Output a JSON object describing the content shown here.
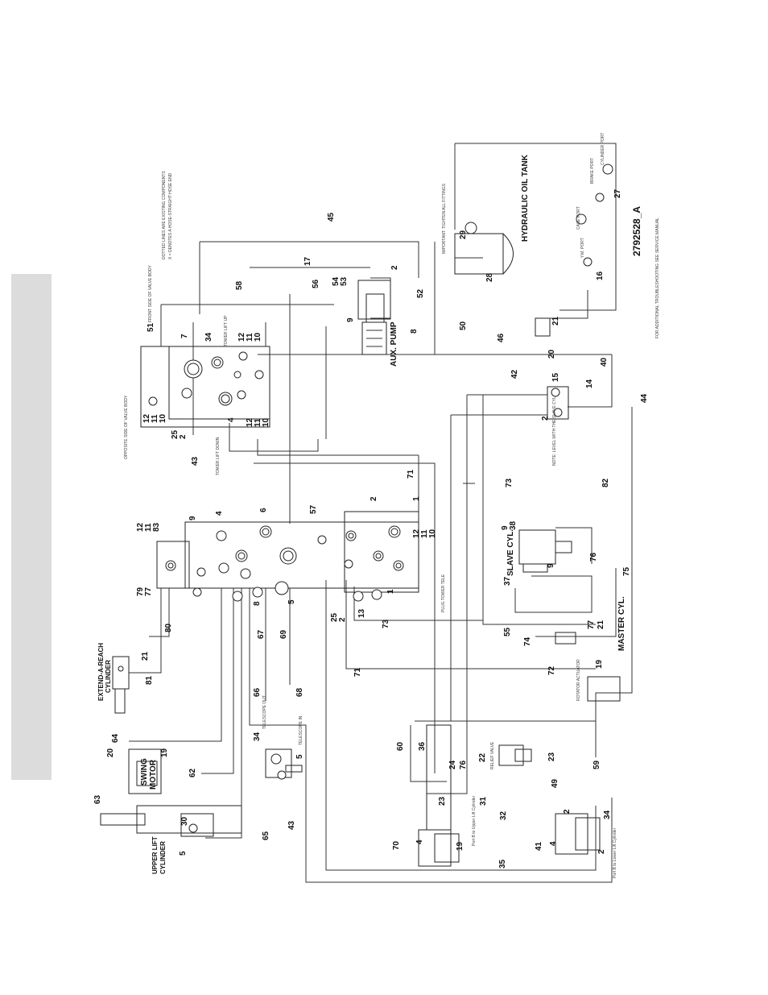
{
  "drawing": {
    "number": "2792528_A",
    "components": {
      "tank": "HYDRAULIC OIL TANK",
      "aux_pump": "AUX. PUMP",
      "slave_cyl": "SLAVE CYL.",
      "master_cyl": "MASTER CYL.",
      "swing_motor_a": "SWING",
      "swing_motor_b": "MOTOR",
      "extend_a": "EXTEND-A-REACH",
      "extend_b": "CYLINDER",
      "upper_lift_a": "UPPER LIFT",
      "upper_lift_b": "CYLINDER"
    },
    "callouts": [
      {
        "text": "7"
      },
      {
        "text": "34"
      },
      {
        "text": "12"
      },
      {
        "text": "11"
      },
      {
        "text": "10"
      },
      {
        "text": "51"
      },
      {
        "text": "58"
      },
      {
        "text": "17"
      },
      {
        "text": "45"
      },
      {
        "text": "56"
      },
      {
        "text": "54"
      },
      {
        "text": "53"
      },
      {
        "text": "2"
      },
      {
        "text": "52"
      },
      {
        "text": "9"
      },
      {
        "text": "8"
      },
      {
        "text": "29"
      },
      {
        "text": "28"
      },
      {
        "text": "16"
      },
      {
        "text": "27"
      },
      {
        "text": "50"
      },
      {
        "text": "46"
      },
      {
        "text": "21"
      },
      {
        "text": "20"
      },
      {
        "text": "40"
      },
      {
        "text": "42"
      },
      {
        "text": "15"
      },
      {
        "text": "14"
      },
      {
        "text": "2"
      },
      {
        "text": "44"
      },
      {
        "text": "25"
      },
      {
        "text": "2"
      },
      {
        "text": "43"
      },
      {
        "text": "4"
      },
      {
        "text": "12"
      },
      {
        "text": "11"
      },
      {
        "text": "10"
      },
      {
        "text": "12"
      },
      {
        "text": "11"
      },
      {
        "text": "10"
      },
      {
        "text": "12"
      },
      {
        "text": "11"
      },
      {
        "text": "83"
      },
      {
        "text": "9"
      },
      {
        "text": "4"
      },
      {
        "text": "6"
      },
      {
        "text": "57"
      },
      {
        "text": "2"
      },
      {
        "text": "1"
      },
      {
        "text": "71"
      },
      {
        "text": "12"
      },
      {
        "text": "11"
      },
      {
        "text": "10"
      },
      {
        "text": "79"
      },
      {
        "text": "77"
      },
      {
        "text": "8"
      },
      {
        "text": "5"
      },
      {
        "text": "13"
      },
      {
        "text": "1"
      },
      {
        "text": "25"
      },
      {
        "text": "2"
      },
      {
        "text": "73"
      },
      {
        "text": "73"
      },
      {
        "text": "82"
      },
      {
        "text": "9"
      },
      {
        "text": "38"
      },
      {
        "text": "9"
      },
      {
        "text": "76"
      },
      {
        "text": "37"
      },
      {
        "text": "55"
      },
      {
        "text": "75"
      },
      {
        "text": "74"
      },
      {
        "text": "77"
      },
      {
        "text": "21"
      },
      {
        "text": "19"
      },
      {
        "text": "72"
      },
      {
        "text": "71"
      },
      {
        "text": "80"
      },
      {
        "text": "81"
      },
      {
        "text": "21"
      },
      {
        "text": "67"
      },
      {
        "text": "69"
      },
      {
        "text": "66"
      },
      {
        "text": "68"
      },
      {
        "text": "34"
      },
      {
        "text": "5"
      },
      {
        "text": "64"
      },
      {
        "text": "20"
      },
      {
        "text": "19"
      },
      {
        "text": "63"
      },
      {
        "text": "62"
      },
      {
        "text": "65"
      },
      {
        "text": "30"
      },
      {
        "text": "5"
      },
      {
        "text": "60"
      },
      {
        "text": "36"
      },
      {
        "text": "24"
      },
      {
        "text": "76"
      },
      {
        "text": "22"
      },
      {
        "text": "23"
      },
      {
        "text": "23"
      },
      {
        "text": "59"
      },
      {
        "text": "49"
      },
      {
        "text": "31"
      },
      {
        "text": "32"
      },
      {
        "text": "43"
      },
      {
        "text": "70"
      },
      {
        "text": "4"
      },
      {
        "text": "19"
      },
      {
        "text": "35"
      },
      {
        "text": "41"
      },
      {
        "text": "4"
      },
      {
        "text": "2"
      },
      {
        "text": "34"
      },
      {
        "text": "2"
      }
    ],
    "notes": [
      {
        "text": "DOTTED LINES ARE EXISTING COMPONENTS"
      },
      {
        "text": "X = DENOTES A HOSE-STRAIGHT HOSE END"
      },
      {
        "text": "FRONT SIDE OF VALVE BODY"
      },
      {
        "text": "OPPOSITE SIDE OF VALVE BODY"
      },
      {
        "text": "TOWER LIFT UP"
      },
      {
        "text": "TOWER LIFT DOWN"
      },
      {
        "text": "PLUG TOWER TELE"
      },
      {
        "text": "TELESCOPE OUT"
      },
      {
        "text": "TELESCOPE IN"
      },
      {
        "text": "ROTATOR ACTUATOR"
      },
      {
        "text": "IMPORTANT: TIGHTEN ALL FITTINGS"
      },
      {
        "text": "FOR ADDITIONAL TROUBLESHOOTING SEE SERVICE MANUAL"
      },
      {
        "text": "NOTE: LEVEL WITH THE SLAVE CYL."
      },
      {
        "text": "RELIEF VALVE"
      },
      {
        "text": "Port B to Upper Lift Cylinder"
      },
      {
        "text": "Port B to Lower Lift Cylinder"
      },
      {
        "text": "Y.M. PORT"
      },
      {
        "text": "CASE PORT"
      },
      {
        "text": "BRAKE PORT"
      },
      {
        "text": "CYLINDER PORT"
      }
    ]
  }
}
